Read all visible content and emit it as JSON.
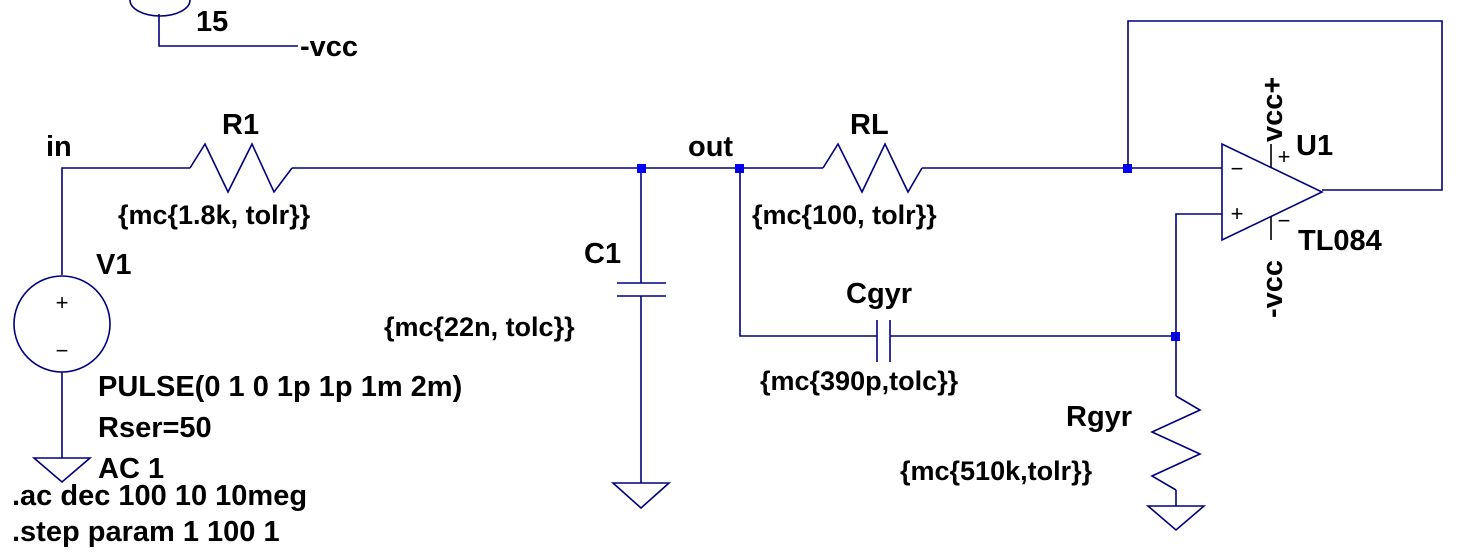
{
  "schematic": {
    "top_source": {
      "value": "15",
      "net": "-vcc"
    },
    "nets": {
      "in": "in",
      "out": "out"
    },
    "R1": {
      "name": "R1",
      "value": "{mc{1.8k, tolr}}"
    },
    "RL": {
      "name": "RL",
      "value": "{mc{100, tolr}}"
    },
    "C1": {
      "name": "C1",
      "value": "{mc{22n, tolc}}"
    },
    "Cgyr": {
      "name": "Cgyr",
      "value": "{mc{390p,tolc}}"
    },
    "Rgyr": {
      "name": "Rgyr",
      "value": "{mc{510k,tolr}}"
    },
    "V1": {
      "name": "V1",
      "pulse": "PULSE(0 1 0 1p 1p 1m 2m)",
      "rser": "Rser=50",
      "ac": "AC 1",
      "plus": "+",
      "minus": "−"
    },
    "U1": {
      "name": "U1",
      "model": "TL084",
      "vpos": "vcc+",
      "vneg": "-vcc",
      "in_minus": "−",
      "in_plus": "+",
      "sup_plus": "+",
      "sup_minus": "−"
    },
    "directives": [
      ".ac dec 100 10 10meg",
      ".step param 1 100 1"
    ]
  }
}
